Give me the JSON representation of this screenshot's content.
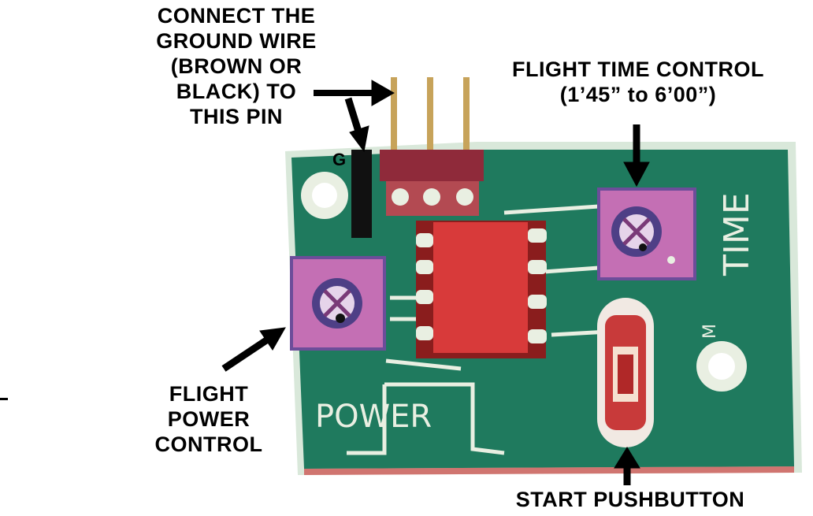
{
  "labels": {
    "ground_wire": [
      "CONNECT THE",
      "GROUND WIRE",
      "(BROWN OR",
      "BLACK) TO",
      "THIS PIN"
    ],
    "flight_time": [
      "FLIGHT TIME CONTROL",
      "(1’45” to 6’00”)"
    ],
    "flight_power": [
      "FLIGHT",
      "POWER",
      "CONTROL"
    ],
    "start_pushbutton": "START PUSHBUTTON"
  },
  "board_text": {
    "ground_mark": "G",
    "time_silk": "TIME",
    "power_silk": "POWER",
    "m_mark": "M"
  },
  "colors": {
    "board": "#1f7a5e",
    "board_edge": "#d9e8da",
    "chip": "#d83a3a",
    "trimmer": "#c46fb4",
    "trace": "#e9efe2",
    "arrow": "#000000"
  }
}
